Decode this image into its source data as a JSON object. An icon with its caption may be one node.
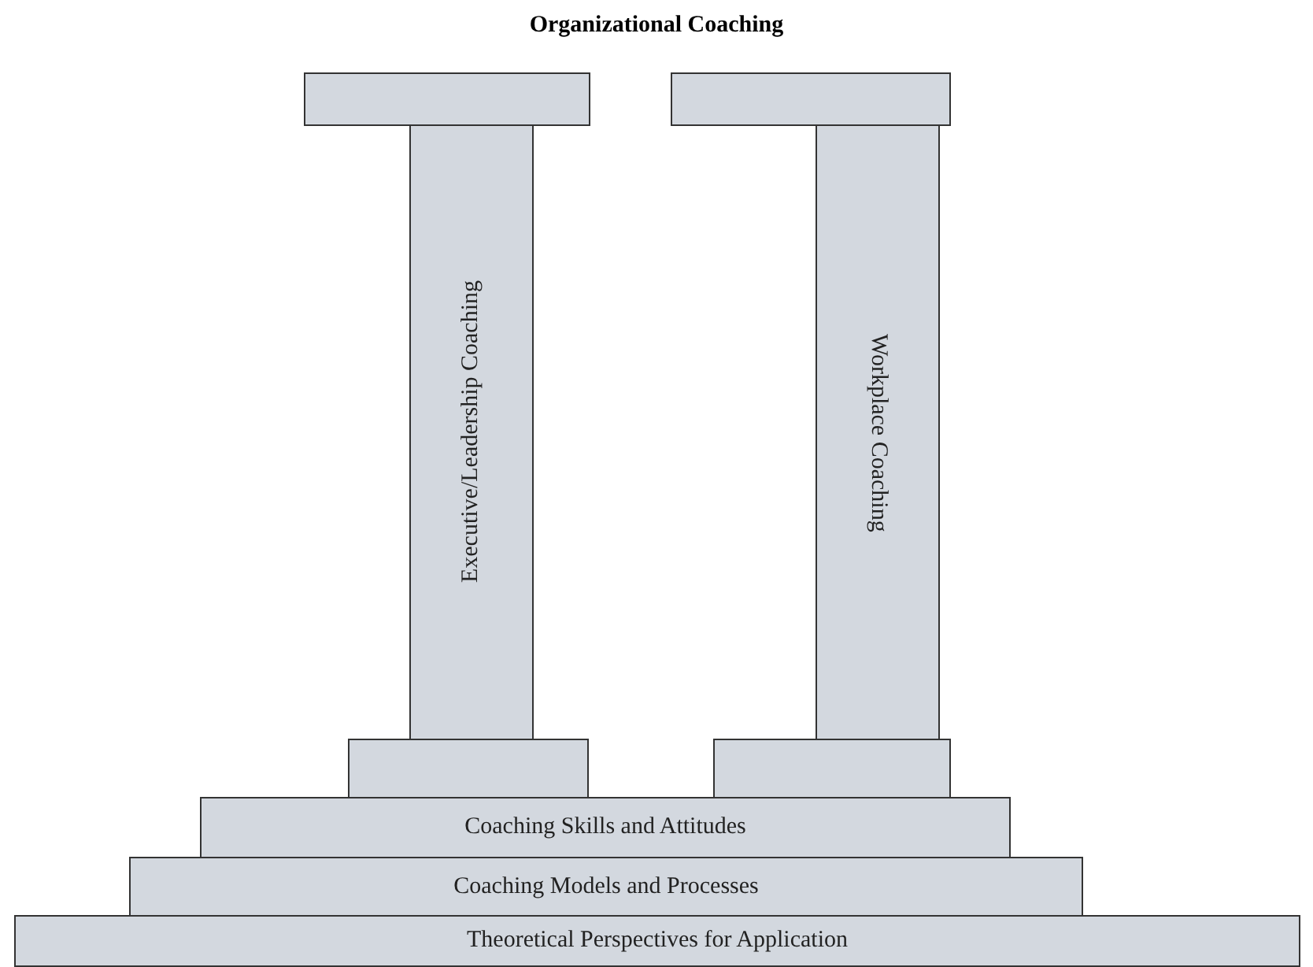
{
  "diagram": {
    "title": "Organizational Coaching",
    "nodes": [
      {
        "text": [],
        "shape": "box"
      },
      {
        "text": [],
        "shape": "box"
      },
      {
        "text": [
          "Executive/Leadership Coaching"
        ]
      },
      {
        "text": [
          "Workplace Coaching"
        ]
      },
      {
        "text": [],
        "shape": "box"
      },
      {
        "text": [],
        "shape": "box"
      },
      {
        "text": [
          "Coaching Skills and Attitudes"
        ]
      },
      {
        "text": [
          "Coaching Models and Processes"
        ]
      },
      {
        "text": [
          "Theoretical Perspectives for Application"
        ]
      }
    ]
  }
}
